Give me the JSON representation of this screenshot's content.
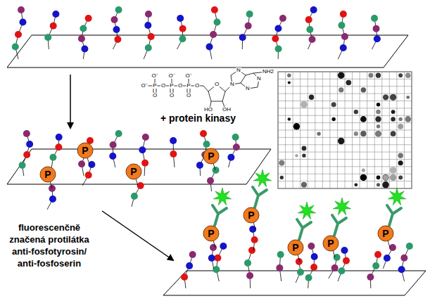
{
  "diagram": {
    "nodes": [
      {
        "text": [
          "P"
        ]
      },
      {
        "text": [
          "P"
        ]
      },
      {
        "text": [
          "P"
        ]
      },
      {
        "text": [
          "P"
        ]
      },
      {
        "text": [
          "P"
        ]
      },
      {
        "text": [
          "P"
        ]
      },
      {
        "text": [
          "P"
        ]
      },
      {
        "text": [
          "P"
        ]
      },
      {
        "text": [
          "P"
        ]
      }
    ],
    "labels": [
      "+ protein kinasy",
      "fluorescenčně značená protilátka anti-fosfotyrosin/ anti-fosfoserin",
      "O⁻",
      "O⁻",
      "O⁻",
      "O⁻",
      "P",
      "P",
      "P",
      "O",
      "O",
      "O",
      "O",
      "O",
      "O",
      "O",
      "HO",
      "OH",
      "N",
      "N",
      "N",
      "N",
      "NH2"
    ]
  }
}
